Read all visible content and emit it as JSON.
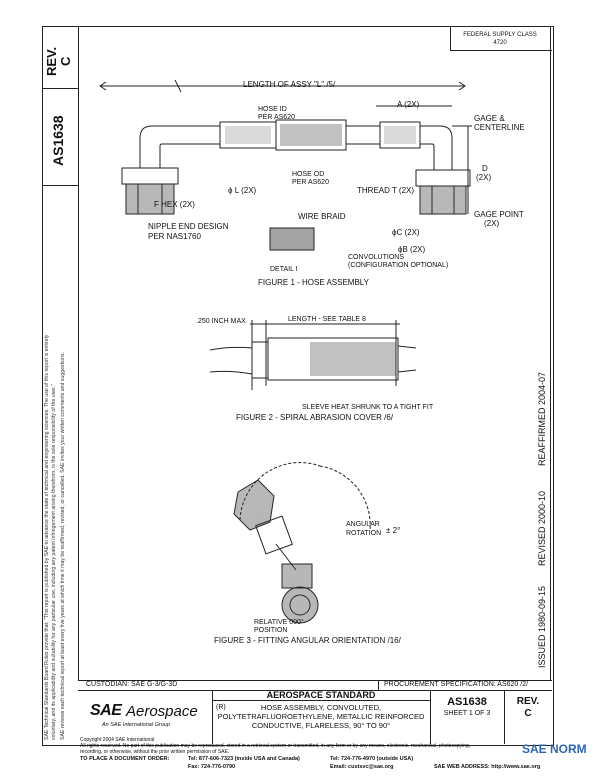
{
  "left_strip": {
    "rev_label": "REV.",
    "rev_value": "C",
    "doc_number": "AS1638",
    "disclaimer_1": "SAE Technical Standards Board Rules provide that: \"This report is published by SAE to advance the state of technical and engineering sciences. The use of this report is entirely",
    "disclaimer_2": "voluntary, and its applicability and suitability for any particular use, including any patent infringement arising therefrom, is the sole responsibility of the user.\"",
    "disclaimer_3": "SAE reviews each technical report at least every five years at which time it may be reaffirmed, revised, or cancelled. SAE invites your written comments and suggestions."
  },
  "header": {
    "federal_supply_class": "FEDERAL SUPPLY CLASS",
    "fsc_number": "4720"
  },
  "figure1": {
    "length": "LENGTH OF ASSY \"L\" /5/",
    "a_dim": "A (2X)",
    "hose_id": "HOSE ID",
    "per_as620_1": "PER AS620",
    "gage_centerline": "GAGE &",
    "centerline": "CENTERLINE",
    "d_dim": "D",
    "d_2x": "(2X)",
    "hose_od": "HOSE OD",
    "per_as620_2": "PER AS620",
    "phi_l": "ϕ L (2X)",
    "thread_t": "THREAD T (2X)",
    "f_hex": "F HEX (2X)",
    "gage_point": "GAGE POINT",
    "gage_point_2x": "(2X)",
    "nipple_end": "NIPPLE END DESIGN",
    "per_nas1760": "PER NAS1760",
    "wire_braid": "WIRE BRAID",
    "phi_c": "ϕC (2X)",
    "phi_b": "ϕB (2X)",
    "convolutions": "CONVOLUTIONS",
    "config_optional": "(CONFIGURATION OPTIONAL)",
    "detail": "DETAIL I",
    "caption": "FIGURE 1 - HOSE ASSEMBLY"
  },
  "figure2": {
    "inch_max": ".250 INCH MAX",
    "length_table": "LENGTH - SEE TABLE 8",
    "sleeve": "SLEEVE HEAT SHRUNK TO A TIGHT FIT",
    "caption": "FIGURE 2 - SPIRAL ABRASION COVER /6/"
  },
  "figure3": {
    "angular": "ANGULAR",
    "rotation": "ROTATION",
    "tolerance": "± 2°",
    "relative": "RELATIVE 000°",
    "position": "POSITION",
    "caption": "FIGURE 3 - FITTING ANGULAR ORIENTATION /16/"
  },
  "right_strip": {
    "reaffirmed": "REAFFIRMED 2004-07",
    "revised": "REVISED 2000-10",
    "issued": "ISSUED 1980-09-15"
  },
  "title_block": {
    "custodian": "CUSTODIAN:  SAE G-3/G-3D",
    "procurement": "PROCUREMENT SPECIFICATION:  AS620 /2/",
    "sae": "SAE",
    "aerospace": "Aerospace",
    "tagline": "An SAE International Group",
    "standard": "AEROSPACE STANDARD",
    "r_mark": "(R)",
    "title_1": "HOSE ASSEMBLY, CONVOLUTED,",
    "title_2": "POLYTETRAFLUOROETHYLENE, METALLIC REINFORCED",
    "title_3": "CONDUCTIVE, FLARELESS, 90° TO 90°",
    "doc_number": "AS1638",
    "sheet": "SHEET 1 OF 3",
    "rev_label": "REV.",
    "rev_value": "C"
  },
  "footer": {
    "copyright": "Copyright 2004 SAE International",
    "rights": "All rights reserved. No part of this publication may be reproduced, stored in a retrieval system or transmitted, in any form or by any means, electronic, mechanical, photocopying,",
    "rights_2": "recording, or otherwise, without the prior written permission of SAE.",
    "order": "TO PLACE A DOCUMENT ORDER:",
    "tel1": "Tel:  877-606-7323 (inside USA and Canada)",
    "tel2": "Tel:  724-776-4970 (outside USA)",
    "fax": "Fax:  724-776-0790",
    "email": "Email:  custsvc@sae.org",
    "web": "SAE WEB ADDRESS:  http://www.sae.org",
    "watermark": "SAE NORM"
  }
}
